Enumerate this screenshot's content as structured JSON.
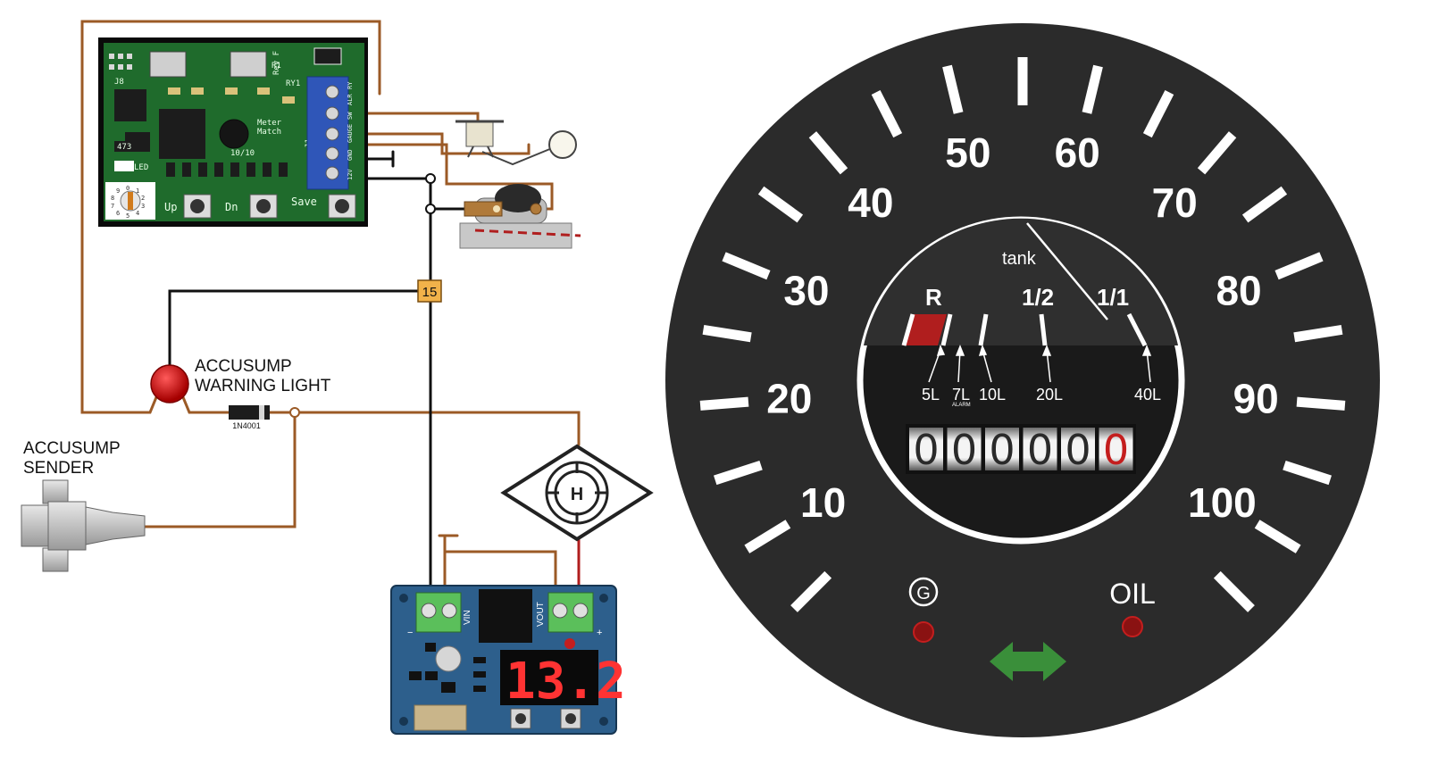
{
  "wiring": {
    "warning_light_label_line1": "ACCUSUMP",
    "warning_light_label_line2": "WARNING LIGHT",
    "sender_label_line1": "ACCUSUMP",
    "sender_label_line2": "SENDER",
    "diode_label": "1N4001",
    "fuse_label": "15",
    "horn_symbol": "H",
    "wire_colors": {
      "brown": "#9b5a26",
      "black": "#111111",
      "red": "#b01e1e"
    }
  },
  "controller_board": {
    "top_labels": [
      "Rev F",
      "R1",
      "RY1",
      "J8"
    ],
    "terminal_labels": [
      "RY",
      "ALR",
      "SW",
      "GAUGE",
      "GND",
      "12V"
    ],
    "meter_match_label_line1": "Meter",
    "meter_match_label_line2": "Match",
    "ic_label": "473",
    "led_label": "LED",
    "jumper_label": "J1",
    "board_id": "10/10",
    "dial_digits": [
      "0",
      "1",
      "2",
      "3",
      "4",
      "5",
      "6",
      "7",
      "8",
      "9"
    ],
    "buttons": [
      "Up",
      "Dn",
      "Save"
    ],
    "colors": {
      "pcb": "#1f6b2c",
      "terminal": "#2f56b8"
    }
  },
  "voltage_regulator": {
    "display_value": "13.2",
    "vin_label": "VIN",
    "vout_label": "VOUT",
    "minus_label": "−",
    "plus_label": "+",
    "colors": {
      "pcb": "#2d5f8c",
      "display_red": "#ff3333"
    }
  },
  "speedometer": {
    "speed_labels": [
      "10",
      "20",
      "30",
      "40",
      "50",
      "60",
      "70",
      "80",
      "90",
      "100"
    ],
    "fuel_gauge": {
      "needle_label": "tank",
      "top_labels": [
        "R",
        "1/2",
        "1/1"
      ],
      "level_labels": [
        "5L",
        "7L",
        "10L",
        "20L",
        "40L"
      ],
      "alarm_label": "ALARM"
    },
    "odometer_digits": [
      "0",
      "0",
      "0",
      "0",
      "0",
      "0"
    ],
    "indicators": {
      "generator_symbol": "G",
      "oil_label": "OIL"
    },
    "colors": {
      "face": "#2b2b2b",
      "reserve_band": "#b01e1e",
      "turn_arrow": "#3a8f3a",
      "indicator_red": "#c41e1e"
    }
  }
}
